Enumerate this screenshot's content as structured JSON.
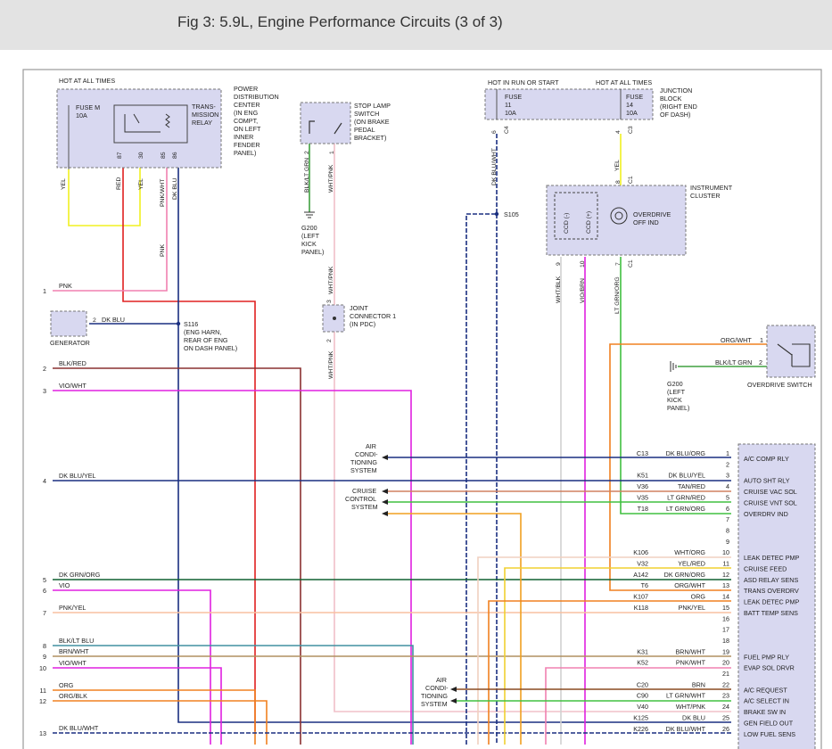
{
  "title": "Fig 3: 5.9L, Engine Performance Circuits (3 of 3)",
  "pdc": {
    "hot_label": "HOT AT ALL TIMES",
    "fuse": [
      "FUSE M",
      "10A"
    ],
    "relay": [
      "TRANS-",
      "MISSION",
      "RELAY"
    ],
    "desc": [
      "POWER",
      "DISTRIBUTION",
      "CENTER",
      "(IN ENG",
      "COMPT,",
      "ON LEFT",
      "INNER",
      "FENDER",
      "PANEL)"
    ],
    "pins": [
      "87",
      "30",
      "85",
      "86"
    ],
    "wires": [
      "YEL",
      "RED",
      "YEL",
      "PNK/WHT",
      "DK BLU"
    ]
  },
  "stop_lamp": {
    "desc": [
      "STOP LAMP",
      "SWITCH",
      "(ON BRAKE",
      "PEDAL",
      "BRACKET)"
    ],
    "pins": [
      "2",
      "1"
    ],
    "wires": [
      "BLK/LT GRN",
      "WHT/PNK"
    ],
    "ground": [
      "G200",
      "(LEFT",
      "KICK",
      "PANEL)"
    ]
  },
  "jb": {
    "hot_run": "HOT IN RUN OR START",
    "hot_all": "HOT AT ALL TIMES",
    "fuse1": [
      "FUSE",
      "11",
      "10A"
    ],
    "fuse2": [
      "FUSE",
      "14",
      "10A"
    ],
    "desc": [
      "JUNCTION",
      "BLOCK",
      "(RIGHT END",
      "OF DASH)"
    ],
    "pins": [
      "6",
      "C4",
      "4",
      "C3"
    ],
    "wires": [
      "DK BLU/WHT",
      "YEL"
    ]
  },
  "cluster": {
    "desc": [
      "INSTRUMENT",
      "CLUSTER"
    ],
    "ccd_neg": "CCD (-)",
    "ccd_pos": "CCD (+)",
    "ind": [
      "OVERDRIVE",
      "OFF IND"
    ],
    "pins": [
      "8",
      "C1",
      "9",
      "10",
      "7",
      "C1"
    ],
    "wires": [
      "WHT/BLK",
      "VIO/BRN",
      "LT GRN/ORG"
    ]
  },
  "splices": {
    "s105": "S105",
    "s116": "S116",
    "s116_desc": [
      "(ENG HARN,",
      "REAR OF ENG",
      "ON DASH PANEL)"
    ],
    "pnk": "PNK"
  },
  "generator": {
    "label": "GENERATOR",
    "pin": "2",
    "wire": "DK BLU"
  },
  "joint": {
    "desc": [
      "JOINT",
      "CONNECTOR 1",
      "(IN PDC)"
    ],
    "pins": [
      "3",
      "2"
    ],
    "wires": [
      "WHT/PNK",
      "WHT/PNK"
    ]
  },
  "od_switch": {
    "label": "OVERDRIVE SWITCH",
    "wires": [
      "ORG/WHT",
      "BLK/LT GRN"
    ],
    "pins": [
      "1",
      "2"
    ],
    "ground": [
      "G200",
      "(LEFT",
      "KICK",
      "PANEL)"
    ]
  },
  "systems": {
    "ac1": [
      "AIR",
      "CONDI-",
      "TIONING",
      "SYSTEM"
    ],
    "cruise": [
      "CRUISE",
      "CONTROL",
      "SYSTEM"
    ],
    "ac2": [
      "AIR",
      "CONDI-",
      "TIONING",
      "SYSTEM"
    ]
  },
  "left_wires": [
    {
      "num": "1",
      "color": "PNK"
    },
    {
      "num": "2",
      "color": "BLK/RED"
    },
    {
      "num": "3",
      "color": "VIO/WHT"
    },
    {
      "num": "4",
      "color": "DK BLU/YEL"
    },
    {
      "num": "5",
      "color": "DK GRN/ORG"
    },
    {
      "num": "6",
      "color": "VIO"
    },
    {
      "num": "7",
      "color": "PNK/YEL"
    },
    {
      "num": "8",
      "color": "BLK/LT BLU"
    },
    {
      "num": "9",
      "color": "BRN/WHT"
    },
    {
      "num": "10",
      "color": "VIO/WHT"
    },
    {
      "num": "11",
      "color": "ORG"
    },
    {
      "num": "12",
      "color": "ORG/BLK"
    },
    {
      "num": "13",
      "color": "DK BLU/WHT"
    }
  ],
  "pcm_pins": [
    {
      "pin": "1",
      "circuit": "C13",
      "color": "DK BLU/ORG",
      "func": "A/C COMP RLY"
    },
    {
      "pin": "2",
      "circuit": "",
      "color": "",
      "func": ""
    },
    {
      "pin": "3",
      "circuit": "K51",
      "color": "DK BLU/YEL",
      "func": "AUTO SHT RLY"
    },
    {
      "pin": "4",
      "circuit": "V36",
      "color": "TAN/RED",
      "func": "CRUISE VAC SOL"
    },
    {
      "pin": "5",
      "circuit": "V35",
      "color": "LT GRN/RED",
      "func": "CRUISE VNT SOL"
    },
    {
      "pin": "6",
      "circuit": "T18",
      "color": "LT GRN/ORG",
      "func": "OVERDRV IND"
    },
    {
      "pin": "7",
      "circuit": "",
      "color": "",
      "func": ""
    },
    {
      "pin": "8",
      "circuit": "",
      "color": "",
      "func": ""
    },
    {
      "pin": "9",
      "circuit": "",
      "color": "",
      "func": ""
    },
    {
      "pin": "10",
      "circuit": "K106",
      "color": "WHT/ORG",
      "func": "LEAK DETEC PMP"
    },
    {
      "pin": "11",
      "circuit": "V32",
      "color": "YEL/RED",
      "func": "CRUISE FEED"
    },
    {
      "pin": "12",
      "circuit": "A142",
      "color": "DK GRN/ORG",
      "func": "ASD RELAY SENS"
    },
    {
      "pin": "13",
      "circuit": "T6",
      "color": "ORG/WHT",
      "func": "TRANS OVERDRV"
    },
    {
      "pin": "14",
      "circuit": "K107",
      "color": "ORG",
      "func": "LEAK DETEC PMP"
    },
    {
      "pin": "15",
      "circuit": "K118",
      "color": "PNK/YEL",
      "func": "BATT TEMP SENS"
    },
    {
      "pin": "16",
      "circuit": "",
      "color": "",
      "func": ""
    },
    {
      "pin": "17",
      "circuit": "",
      "color": "",
      "func": ""
    },
    {
      "pin": "18",
      "circuit": "",
      "color": "",
      "func": ""
    },
    {
      "pin": "19",
      "circuit": "K31",
      "color": "BRN/WHT",
      "func": "FUEL PMP RLY"
    },
    {
      "pin": "20",
      "circuit": "K52",
      "color": "PNK/WHT",
      "func": "EVAP SOL DRVR"
    },
    {
      "pin": "21",
      "circuit": "",
      "color": "",
      "func": ""
    },
    {
      "pin": "22",
      "circuit": "C20",
      "color": "BRN",
      "func": "A/C REQUEST"
    },
    {
      "pin": "23",
      "circuit": "C90",
      "color": "LT GRN/WHT",
      "func": "A/C SELECT IN"
    },
    {
      "pin": "24",
      "circuit": "V40",
      "color": "WHT/PNK",
      "func": "BRAKE SW IN"
    },
    {
      "pin": "25",
      "circuit": "K125",
      "color": "DK BLU",
      "func": "GEN FIELD OUT"
    },
    {
      "pin": "26",
      "circuit": "K226",
      "color": "DK BLU/WHT",
      "func": "LOW FUEL SENS"
    }
  ],
  "colors": {
    "box_fill": "#d8d8f0",
    "red": "#e02020",
    "yellow": "#f0f020",
    "pink": "#f080b0",
    "dkblue": "#1a2f80",
    "green": "#40c040",
    "violet": "#e020e0",
    "orange": "#f08020",
    "brown": "#8a4a20"
  }
}
